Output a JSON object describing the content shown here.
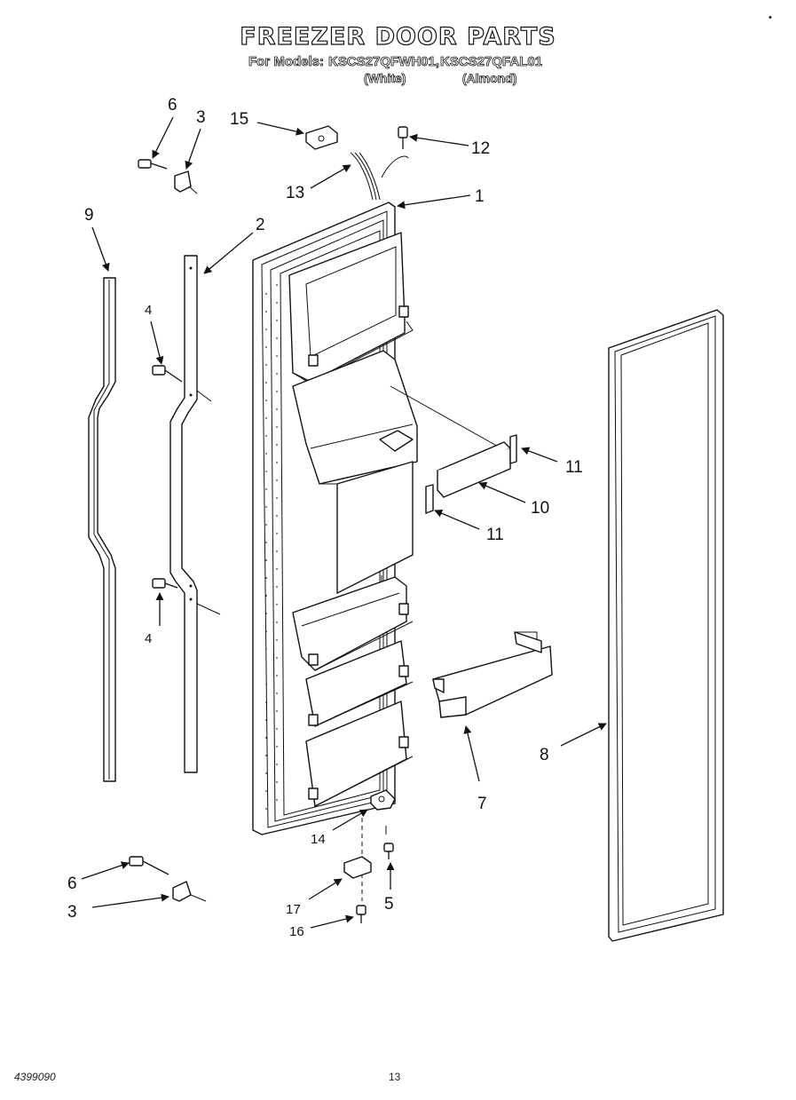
{
  "header": {
    "title": "FREEZER DOOR PARTS",
    "for_models": "For Models:",
    "model_1": "KSCS27QFWH01,",
    "model_2": "KSCS27QFAL01",
    "color_1": "(White)",
    "color_2": "(Almond)",
    "corner_mark": "•"
  },
  "footer": {
    "doc_number": "4399090",
    "page_number": "13"
  },
  "callouts": {
    "c1": "1",
    "c2": "2",
    "c3a": "3",
    "c3b": "3",
    "c4a": "4",
    "c4b": "4",
    "c5": "5",
    "c6a": "6",
    "c6b": "6",
    "c7": "7",
    "c8": "8",
    "c9": "9",
    "c10": "10",
    "c11a": "11",
    "c11b": "11",
    "c12": "12",
    "c13": "13",
    "c14": "14",
    "c15": "15",
    "c16": "16",
    "c17": "17"
  }
}
